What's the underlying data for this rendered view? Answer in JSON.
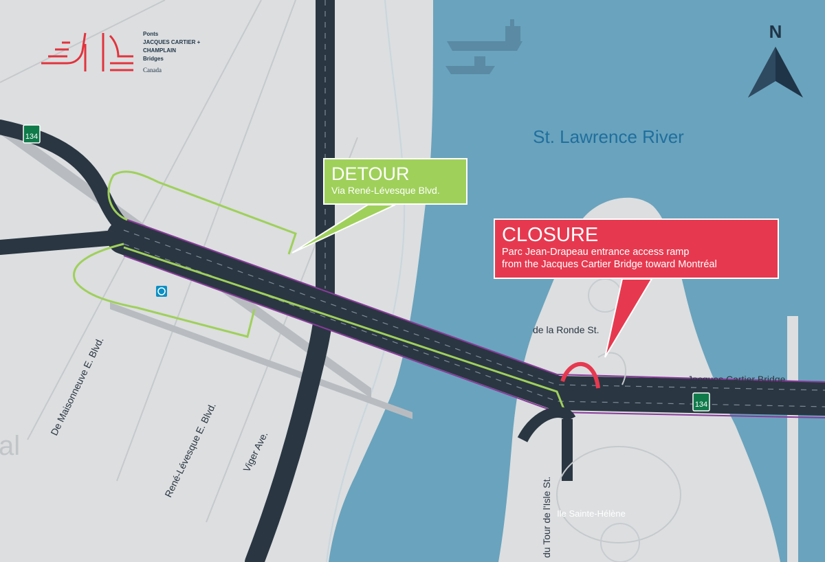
{
  "logo": {
    "line1": "Ponts",
    "line2": "JACQUES CARTIER +",
    "line3": "CHAMPLAIN",
    "line4": "Bridges",
    "wordmark": "Canada"
  },
  "north_label": "N",
  "river_label": "St. Lawrence River",
  "highway_shield": "134",
  "detour": {
    "title": "DETOUR",
    "subtitle": "Via René-Lévesque Blvd."
  },
  "closure": {
    "title": "CLOSURE",
    "line1": "Parc Jean-Drapeau entrance access ramp",
    "line2": "from the Jacques Cartier Bridge toward Montréal"
  },
  "streets": {
    "de_la_ronde": "de la Ronde St.",
    "bridge": "Jacques Cartier Bridge",
    "maisonneuve": "De Maisonneuve E. Blvd.",
    "rene_levesque": "René-Lévesque E. Blvd.",
    "viger": "Viger Ave.",
    "tour_de_lisle": "du Tour de l'Isle St."
  },
  "island_label": "Ile Sainte-Hélène",
  "city_fragment": "al",
  "colors": {
    "river": "#6aa3bd",
    "land": "#dcdee0",
    "road": "#2a3642",
    "detour": "#9fd05a",
    "closure": "#e6394f",
    "closure_line": "#8a3b9a",
    "shield": "#0f7a4a",
    "logo_red": "#e2333c"
  }
}
